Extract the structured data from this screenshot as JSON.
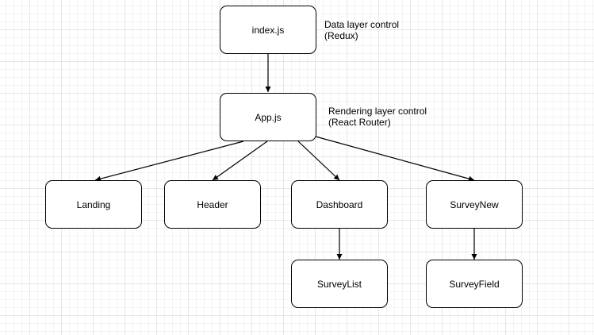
{
  "diagram": {
    "nodes": {
      "index": "index.js",
      "app": "App.js",
      "landing": "Landing",
      "header": "Header",
      "dashboard": "Dashboard",
      "surveynew": "SurveyNew",
      "surveylist": "SurveyList",
      "surveyfield": "SurveyField"
    },
    "notes": {
      "data_layer": {
        "line1": "Data layer control",
        "line2": "(Redux)"
      },
      "rendering_layer": {
        "line1": "Rendering layer control",
        "line2": "(React Router)"
      }
    },
    "edges": [
      {
        "from": "index",
        "to": "app"
      },
      {
        "from": "app",
        "to": "landing"
      },
      {
        "from": "app",
        "to": "header"
      },
      {
        "from": "app",
        "to": "dashboard"
      },
      {
        "from": "app",
        "to": "surveynew"
      },
      {
        "from": "dashboard",
        "to": "surveylist"
      },
      {
        "from": "surveynew",
        "to": "surveyfield"
      }
    ]
  }
}
